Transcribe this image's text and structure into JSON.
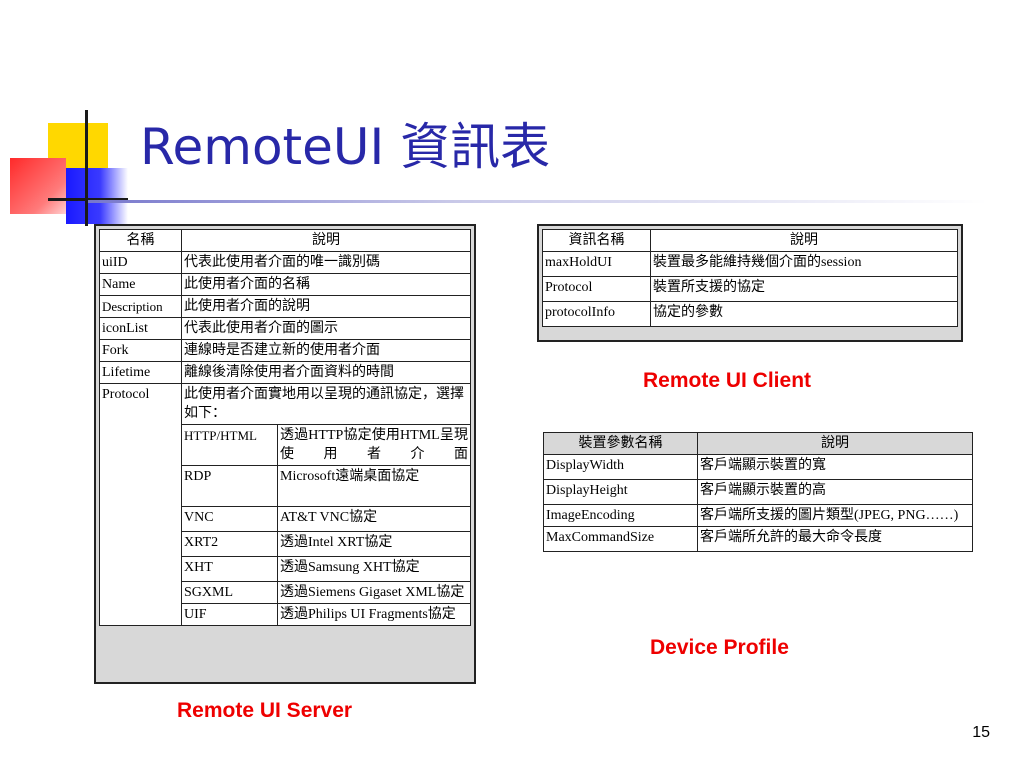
{
  "title": "RemoteUI 資訊表",
  "page_number": "15",
  "server": {
    "caption": "Remote UI Server",
    "headers": [
      "名稱",
      "說明"
    ],
    "rows": [
      {
        "name": "uiID",
        "desc": "代表此使用者介面的唯一識別碼"
      },
      {
        "name": "Name",
        "desc": "此使用者介面的名稱"
      },
      {
        "name": "Description",
        "desc": "此使用者介面的說明"
      },
      {
        "name": "iconList",
        "desc": "代表此使用者介面的圖示"
      },
      {
        "name": "Fork",
        "desc": "連線時是否建立新的使用者介面"
      },
      {
        "name": "Lifetime",
        "desc": "離線後清除使用者介面資料的時間"
      },
      {
        "name": "Protocol",
        "desc": "此使用者介面實地用以呈現的通訊協定，選擇如下："
      }
    ],
    "protocols": [
      {
        "name": "HTTP/HTML",
        "desc": "透過HTTP協定使用HTML呈現使用者介面"
      },
      {
        "name": "RDP",
        "desc": "Microsoft遠端桌面協定"
      },
      {
        "name": "VNC",
        "desc": "AT&T VNC協定"
      },
      {
        "name": "XRT2",
        "desc": "透過Intel XRT協定"
      },
      {
        "name": "XHT",
        "desc": "透過Samsung XHT協定"
      },
      {
        "name": "SGXML",
        "desc": "透過Siemens Gigaset XML協定"
      },
      {
        "name": "UIF",
        "desc": "透過Philips UI Fragments協定"
      }
    ]
  },
  "client": {
    "caption": "Remote UI Client",
    "headers": [
      "資訊名稱",
      "說明"
    ],
    "rows": [
      {
        "name": "maxHoldUI",
        "desc": "裝置最多能維持幾個介面的session"
      },
      {
        "name": "Protocol",
        "desc": "裝置所支援的協定"
      },
      {
        "name": "protocolInfo",
        "desc": "協定的參數"
      }
    ]
  },
  "device": {
    "caption": "Device Profile",
    "headers": [
      "裝置參數名稱",
      "說明"
    ],
    "rows": [
      {
        "name": "DisplayWidth",
        "desc": "客戶端顯示裝置的寬"
      },
      {
        "name": "DisplayHeight",
        "desc": "客戶端顯示裝置的高"
      },
      {
        "name": "ImageEncoding",
        "desc": "客戶端所支援的圖片類型(JPEG, PNG……)"
      },
      {
        "name": "MaxCommandSize",
        "desc": "客戶端所允許的最大命令長度"
      }
    ]
  }
}
